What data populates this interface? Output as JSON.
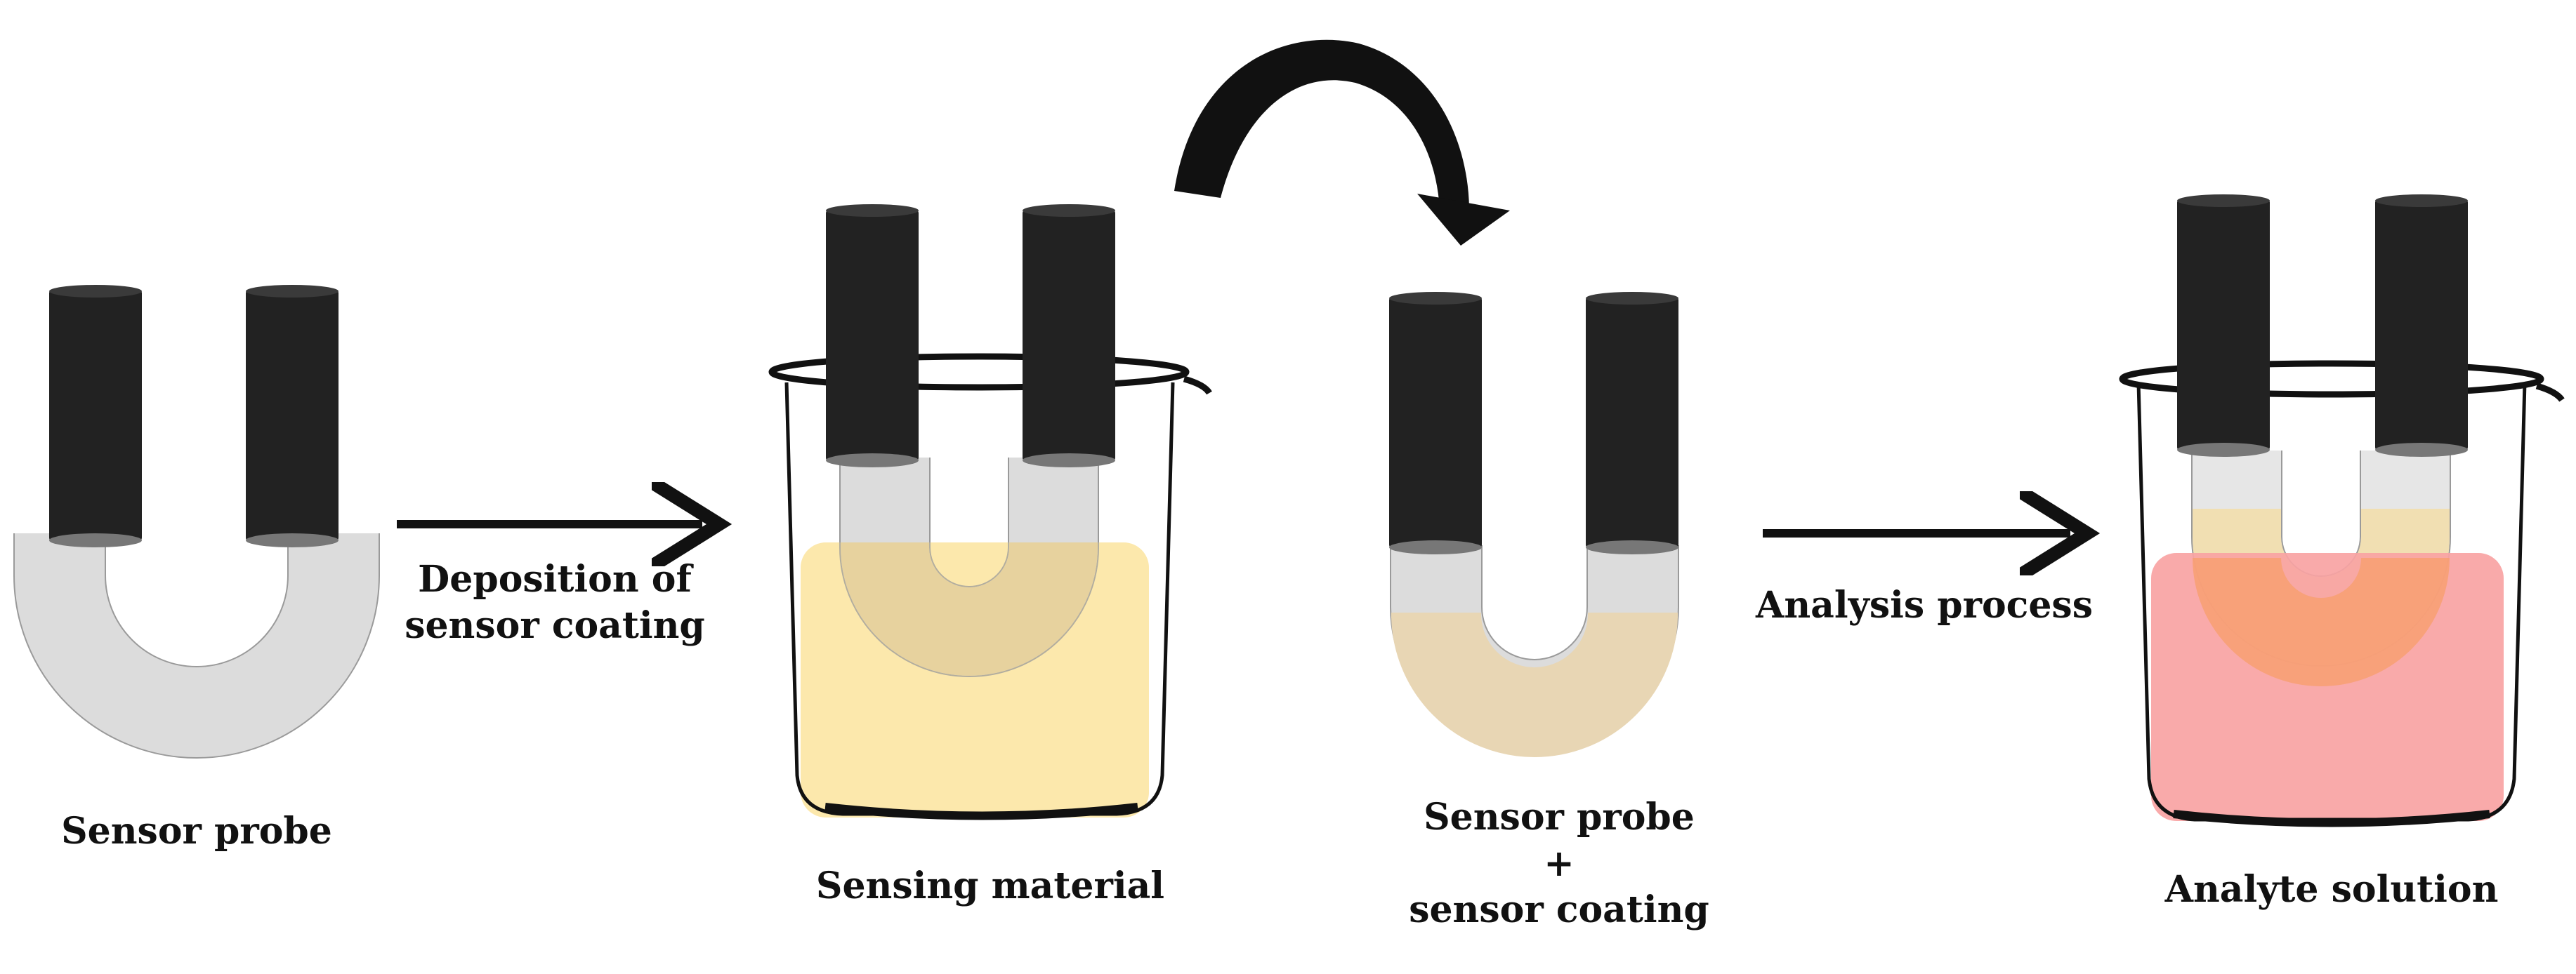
{
  "labels": {
    "sensor_probe": "Sensor probe",
    "deposition_line1": "Deposition of",
    "deposition_line2": "sensor coating",
    "sensing_material": "Sensing material",
    "coated_line1": "Sensor probe",
    "coated_line2": "+",
    "coated_line3": "sensor coating",
    "analysis_process": "Analysis process",
    "analyte_solution": "Analyte solution"
  },
  "colors": {
    "probe_handle": "#222222",
    "probe_tube": "#dcdcdc",
    "sensing_material_liquid": "#fde9ad",
    "sensor_coating": "#e8d6b4",
    "analyte_liquid": "#f9a3a3",
    "arrow": "#111111"
  }
}
